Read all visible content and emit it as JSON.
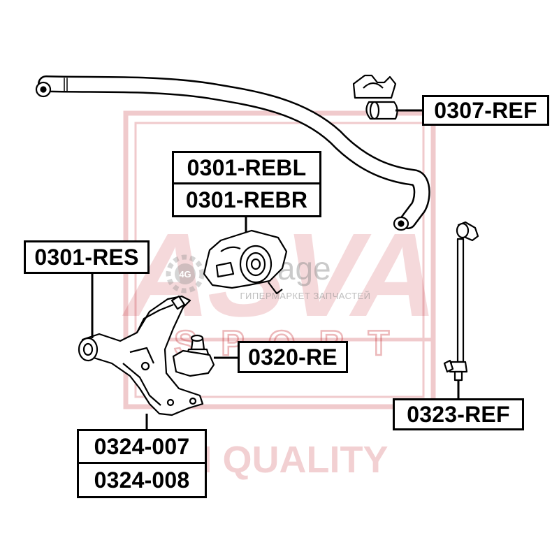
{
  "watermark": {
    "brand_letters": "ASVA",
    "sport_letters": "SPORT",
    "quality_text": "HIGH QUALITY",
    "garage_logo": "garage",
    "garage_badge": "4G",
    "garage_sub": "ГИПЕРМАРКЕТ ЗАПЧАСТЕЙ",
    "colors": {
      "brand_red": "#c0141c",
      "garage_gray": "#8a8a8a"
    }
  },
  "parts": {
    "stabilizer_bushing": "0307-REF",
    "arm_bushing_left": "0301-REBL",
    "arm_bushing_right": "0301-REBR",
    "arm_bushing_small": "0301-RES",
    "ball_joint": "0320-RE",
    "stabilizer_link": "0323-REF",
    "lower_arm_1": "0324-007",
    "lower_arm_2": "0324-008"
  }
}
